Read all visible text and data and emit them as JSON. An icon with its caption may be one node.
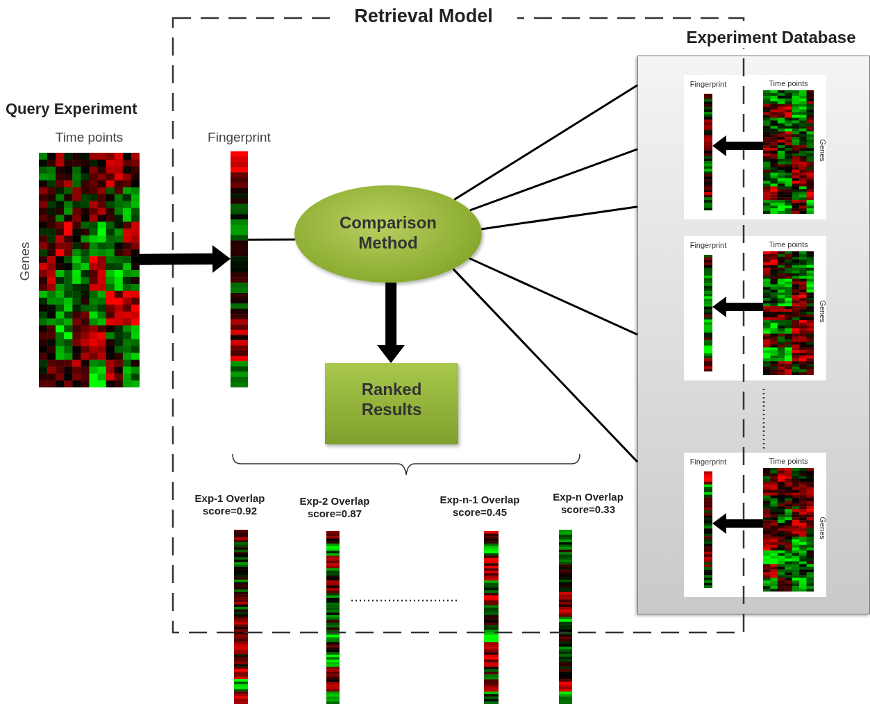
{
  "diagram": {
    "nodes": [
      {
        "text": [
          "Retrieval Model"
        ]
      },
      {
        "text": [
          "Query Experiment",
          "Time points",
          "Genes"
        ]
      },
      {
        "text": [
          "Fingerprint"
        ],
        "in": 0
      },
      {
        "text": [
          "Comparison Method"
        ],
        "in": 0
      },
      {
        "text": [
          "Ranked Results"
        ],
        "in": 0
      },
      {
        "text": [
          "Experiment Database"
        ]
      },
      {
        "text": [
          "Fingerprint"
        ]
      },
      {
        "text": [
          "Time points",
          "Genes"
        ],
        "in": 5
      },
      {
        "text": [
          "Fingerprint"
        ]
      },
      {
        "text": [
          "Time points",
          "Genes"
        ],
        "in": 5
      },
      {
        "text": [
          "Fingerprint"
        ]
      },
      {
        "text": [
          "Time points",
          "Genes"
        ],
        "in": 5
      },
      {
        "text": [
          "Exp-1 Overlap score=0.92"
        ]
      },
      {
        "text": [
          "Exp-2 Overlap score=0.87"
        ]
      },
      {
        "text": [
          "Exp-n-1 Overlap score=0.45"
        ]
      },
      {
        "text": [
          "Exp-n Overlap score=0.33"
        ]
      }
    ],
    "edges": [
      {
        "from": 1,
        "to": 2,
        "arrow": "to",
        "style": "thick"
      },
      {
        "from": 2,
        "to": 3,
        "arrow": "none"
      },
      {
        "from": 3,
        "to": 4,
        "arrow": "to",
        "style": "thick"
      },
      {
        "from": 3,
        "to": 5,
        "arrow": "none"
      },
      {
        "from": 3,
        "to": 5,
        "arrow": "none"
      },
      {
        "from": 3,
        "to": 5,
        "arrow": "none"
      },
      {
        "from": 3,
        "to": 5,
        "arrow": "none"
      },
      {
        "from": 3,
        "to": 5,
        "arrow": "none"
      },
      {
        "from": 7,
        "to": 6,
        "arrow": "to",
        "style": "thick"
      },
      {
        "from": 9,
        "to": 8,
        "arrow": "to",
        "style": "thick"
      },
      {
        "from": 11,
        "to": 10,
        "arrow": "to",
        "style": "thick"
      }
    ]
  }
}
